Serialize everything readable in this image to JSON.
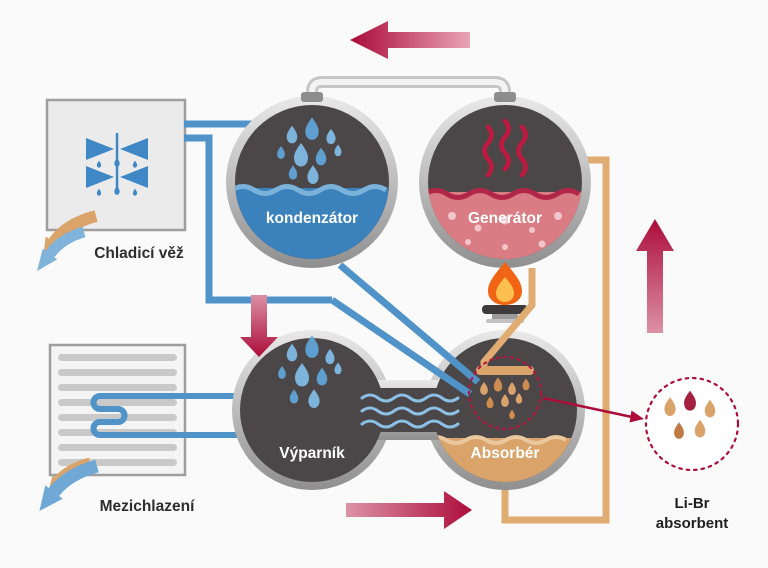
{
  "labels": {
    "condenser": "kondenzátor",
    "generator": "Generátor",
    "evaporator": "Výparník",
    "absorber": "Absorbér",
    "cooling_tower": "Chladicí věž",
    "intercooler": "Mezichlazení",
    "libr_line1": "Li-Br",
    "libr_line2": "absorbent"
  },
  "colors": {
    "accent_crimson": "#ac0d3a",
    "water_blue": "#4f93c8",
    "water_blue_light": "#8cc0e4",
    "solution_tan": "#e0ac72",
    "vessel_gray": "#4b4749",
    "flame_orange": "#f06414",
    "background": "#fafafa"
  },
  "icons": [
    "heat-exchanger-icon",
    "radiator-fins-icon",
    "flame-icon",
    "water-drop-icon",
    "heat-wave-icon",
    "flow-arrow-icon"
  ]
}
